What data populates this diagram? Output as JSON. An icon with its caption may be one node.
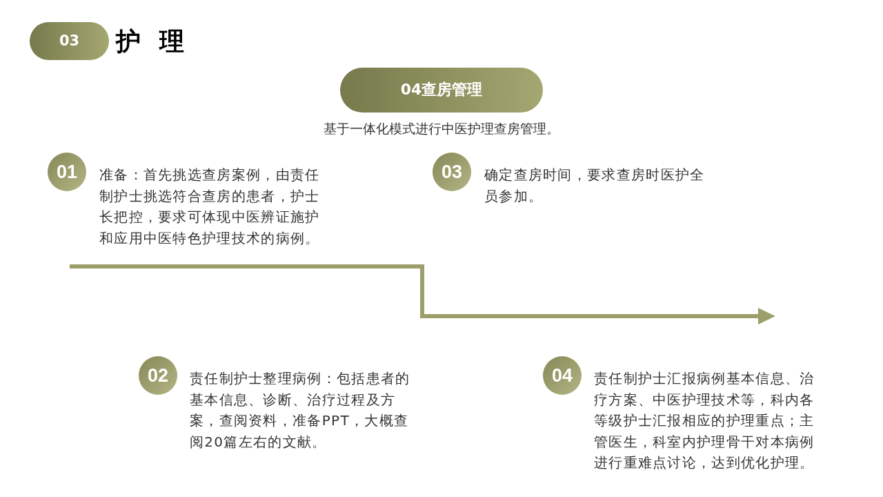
{
  "diagram": {
    "title": "护 理",
    "nodes": [
      {
        "text": [
          "03"
        ]
      },
      {
        "text": [
          "04查房管理"
        ],
        "beside": [
          "基于一体化模式进行中医护理查房管理。"
        ]
      },
      {
        "text": [
          "01"
        ],
        "beside": [
          "准备：首先挑选查房案例，由责任制护士挑选符合查房的患者，护士长把控，要求可体现中医辨证施护和应用中医特色护理技术的病例。"
        ]
      },
      {
        "text": [
          "03"
        ],
        "beside": [
          "确定查房时间，要求查房时医护全员参加。"
        ]
      },
      {
        "text": [
          "02"
        ],
        "beside": [
          "责任制护士整理病例：包括患者的基本信息、诊断、治疗过程及方案，查阅资料，准备PPT，大概查阅20篇左右的文献。"
        ]
      },
      {
        "text": [
          "04"
        ],
        "beside": [
          "责任制护士汇报病例基本信息、治疗方案、中医护理技术等，科内各等级护士汇报相应的护理重点；主管医生，科室内护理骨干对本病例进行重难点讨论，达到优化护理。"
        ]
      }
    ]
  }
}
